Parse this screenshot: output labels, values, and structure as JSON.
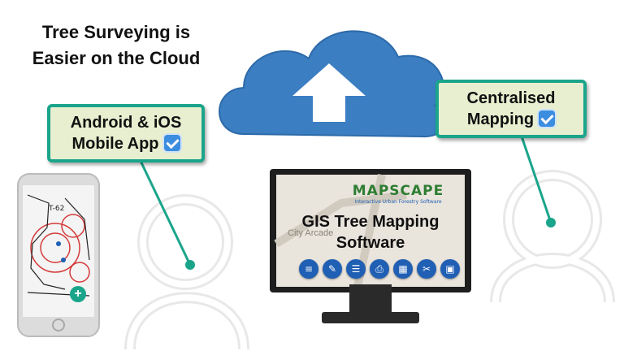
{
  "headline": {
    "line1": "Tree Surveying is",
    "line2": "Easier on the Cloud"
  },
  "callouts": {
    "mobile": {
      "line1": "Android & iOS",
      "line2": "Mobile App",
      "checked": true
    },
    "central": {
      "line1": "Centralised",
      "line2": "Mapping",
      "checked": true
    }
  },
  "monitor": {
    "logo_text": "MAPSCAPE",
    "logo_tagline": "Interactive Urban Forestry Software",
    "title_line1": "GIS Tree Mapping",
    "title_line2": "Software",
    "map_label": "City Arcade",
    "toolbar_icons": [
      "layers-icon",
      "edit-icon",
      "list-icon",
      "print-icon",
      "table-icon",
      "tag-icon",
      "book-icon"
    ]
  },
  "phone": {
    "map_label": "T-62",
    "fab_label": "+"
  },
  "colors": {
    "accent": "#1aa58b",
    "cloud": "#3b7ec2",
    "check": "#3b8de0",
    "toolbar": "#1f5fb4"
  }
}
